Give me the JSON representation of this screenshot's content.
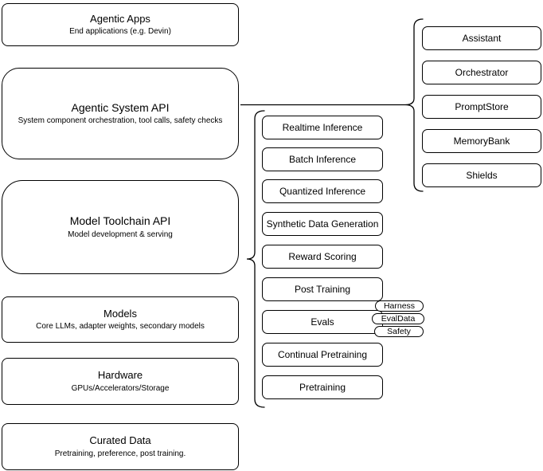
{
  "stack": [
    {
      "title": "Agentic Apps",
      "subtitle": "End applications (e.g. Devin)"
    },
    {
      "title": "Agentic System API",
      "subtitle": "System component orchestration, tool calls, safety checks"
    },
    {
      "title": "Model Toolchain API",
      "subtitle": "Model development & serving"
    },
    {
      "title": "Models",
      "subtitle": "Core LLMs, adapter weights, secondary models"
    },
    {
      "title": "Hardware",
      "subtitle": "GPUs/Accelerators/Storage"
    },
    {
      "title": "Curated Data",
      "subtitle": "Pretraining, preference, post training."
    }
  ],
  "toolchain_items": [
    "Realtime Inference",
    "Batch Inference",
    "Quantized Inference",
    "Synthetic Data Generation",
    "Reward Scoring",
    "Post Training",
    "Evals",
    "Continual Pretraining",
    "Pretraining"
  ],
  "eval_tags": [
    "Harness",
    "EvalData",
    "Safety"
  ],
  "system_components": [
    "Assistant",
    "Orchestrator",
    "PromptStore",
    "MemoryBank",
    "Shields"
  ],
  "colors": {
    "stroke": "#000000",
    "background": "#ffffff",
    "text": "#000000"
  }
}
